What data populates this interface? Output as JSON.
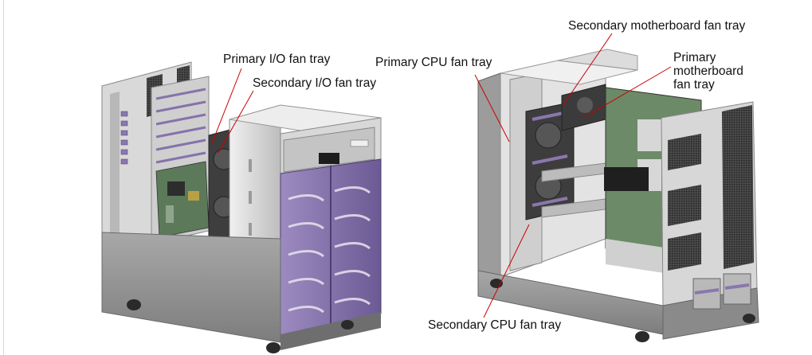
{
  "labels": {
    "primary_io": "Primary I/O fan tray",
    "secondary_io": "Secondary I/O fan tray",
    "primary_cpu": "Primary CPU fan tray",
    "secondary_mb": "Secondary motherboard fan tray",
    "primary_mb_line1": "Primary",
    "primary_mb_line2": "motherboard",
    "primary_mb_line3": "fan tray",
    "secondary_cpu": "Secondary CPU fan tray"
  },
  "colors": {
    "purple": "#8a77ad",
    "purple_dark": "#5f4f86",
    "metal_light": "#e6e6e6",
    "metal": "#c7c7c7",
    "metal_dark": "#8d8d8d",
    "base": "#9a9a9a",
    "grille": "#3a3a3a"
  }
}
